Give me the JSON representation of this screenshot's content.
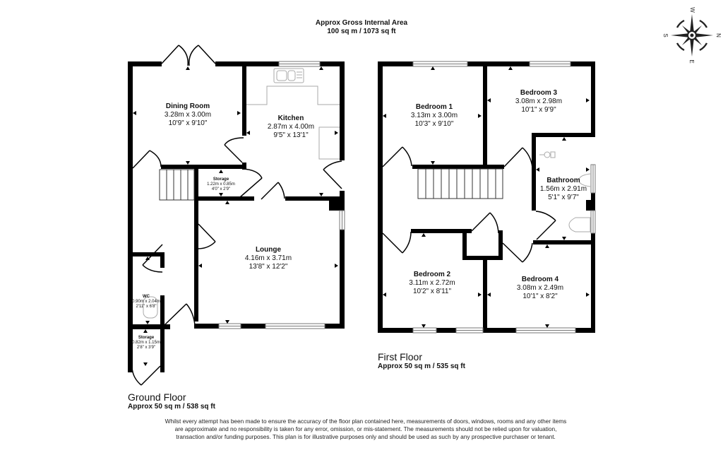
{
  "header": {
    "title": "Approx Gross Internal Area",
    "area": "100 sq m / 1073 sq ft"
  },
  "compass": {
    "icon": "compass-rose-icon",
    "labels": {
      "north": "N",
      "south": "S",
      "east": "E",
      "west": "W"
    }
  },
  "ground_floor": {
    "title": "Ground Floor",
    "area": "Approx 50 sq m / 538 sq ft",
    "rooms": [
      {
        "name": "Dining Room",
        "metric": "3.28m x 3.00m",
        "imperial": "10'9\" x 9'10\""
      },
      {
        "name": "Kitchen",
        "metric": "2.87m x 4.00m",
        "imperial": "9'5\" x 13'1\""
      },
      {
        "name": "Storage",
        "metric": "1.22m x 0.85m",
        "imperial": "4'0\" x 2'9\""
      },
      {
        "name": "Lounge",
        "metric": "4.16m x 3.71m",
        "imperial": "13'8\" x 12'2\""
      },
      {
        "name": "WC",
        "metric": "0.90m x 2.04m",
        "imperial": "2'11\" x 6'8\""
      },
      {
        "name": "Storage",
        "metric": "0.82m x 1.15m",
        "imperial": "2'8\" x 3'9\""
      }
    ]
  },
  "first_floor": {
    "title": "First Floor",
    "area": "Approx 50 sq m / 535 sq ft",
    "rooms": [
      {
        "name": "Bedroom 1",
        "metric": "3.13m x 3.00m",
        "imperial": "10'3\" x 9'10\""
      },
      {
        "name": "Bedroom 3",
        "metric": "3.08m x 2.98m",
        "imperial": "10'1\" x 9'9\""
      },
      {
        "name": "Bathroom",
        "metric": "1.56m x 2.91m",
        "imperial": "5'1\" x 9'7\""
      },
      {
        "name": "Bedroom 2",
        "metric": "3.11m x 2.72m",
        "imperial": "10'2\" x 8'11\""
      },
      {
        "name": "Bedroom 4",
        "metric": "3.08m x 2.49m",
        "imperial": "10'1\" x 8'2\""
      }
    ]
  },
  "disclaimer": "Whilst every attempt has been made to ensure the accuracy of the floor plan contained here, measurements of doors, windows, rooms and any other items are approximate and no responsibility is taken for any error, omission, or mis-statement. The measurements should not be relied upon for valuation, transaction and/or funding purposes. This plan is for illustrative purposes only and should be used as such by any prospective purchaser or tenant."
}
